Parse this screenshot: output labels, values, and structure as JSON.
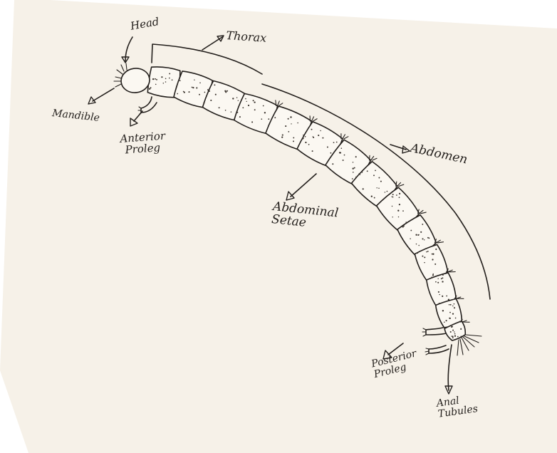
{
  "labels": {
    "head": "Head",
    "thorax": "Thorax",
    "mandible": "Mandible",
    "anterior_proleg_line1": "Anterior",
    "anterior_proleg_line2": "Proleg",
    "abdomen": "Abdomen",
    "abdominal_setae_line1": "Abdominal",
    "abdominal_setae_line2": "Setae",
    "posterior_proleg_line1": "Posterior",
    "posterior_proleg_line2": "Proleg",
    "anal_tubules_line1": "Anal",
    "anal_tubules_line2": "Tubules"
  },
  "colors": {
    "ink": "#231f1c",
    "paper": "#f6f1e8",
    "background": "#ffffff"
  }
}
